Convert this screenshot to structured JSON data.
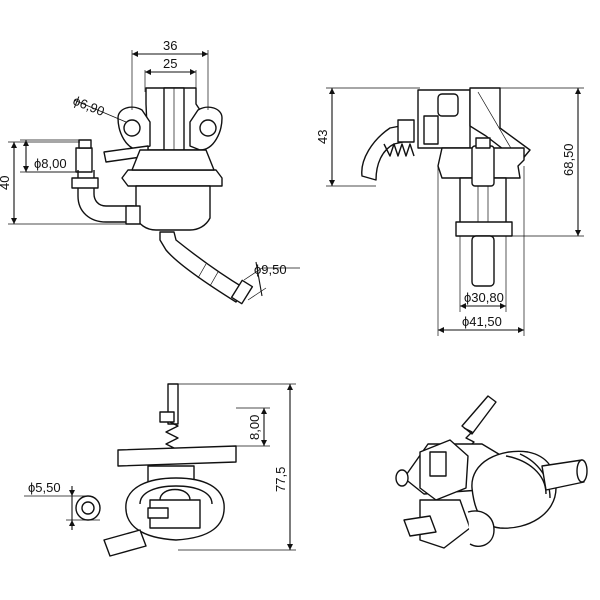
{
  "front_view": {
    "dim_width_outer": "36",
    "dim_width_inner": "25",
    "dim_hole": "ϕ6,90",
    "dim_left_nozzle": "ϕ8,00",
    "dim_height": "40",
    "dim_outlet": "ϕ9,50"
  },
  "side_view": {
    "dim_left_height": "43",
    "dim_right_height": "68,50",
    "dim_body_dia": "ϕ30,80",
    "dim_flange_dia": "ϕ41,50"
  },
  "top_view": {
    "dim_spring": "8,00",
    "dim_total_height": "77,5",
    "dim_nozzle": "ϕ5,50"
  },
  "iso_view": {}
}
